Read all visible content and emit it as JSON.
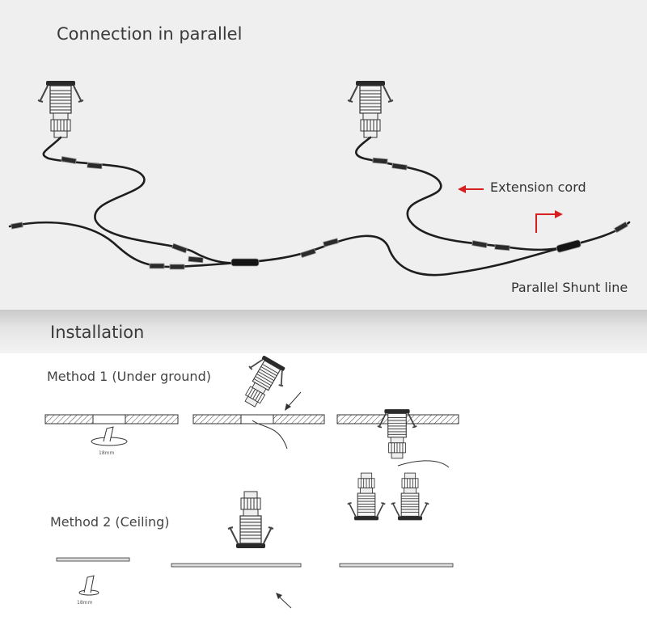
{
  "top_section": {
    "title": "Connection in parallel",
    "extension_label": "Extension cord",
    "shunt_label": "Parallel Shunt line"
  },
  "installation": {
    "title": "Installation",
    "method1": {
      "label": "Method 1 (Under ground)",
      "hole_size": "18mm"
    },
    "method2": {
      "label": "Method 2 (Ceiling)",
      "hole_size": "18mm"
    }
  },
  "colors": {
    "arrow_red": "#d62020",
    "panel_gray": "#efefef",
    "cable": "#1e1e1e"
  }
}
